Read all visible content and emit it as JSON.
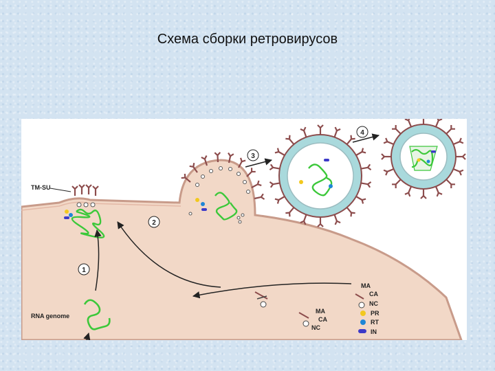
{
  "slide": {
    "title": "Схема сборки ретровирусов"
  },
  "diagram": {
    "labels": {
      "tm_su": "TM-SU",
      "rna_genome": "RNA genome"
    },
    "steps": [
      "1",
      "2",
      "3",
      "4"
    ],
    "legend": [
      "MA",
      "CA",
      "NC",
      "PR",
      "RT",
      "IN"
    ],
    "small_label": [
      "MA",
      "CA",
      "NC"
    ]
  },
  "colors": {
    "cell": "#f2d8c7",
    "membrane": "#c89b8a",
    "spike": "#8c4c4c",
    "rna": "#3cc83a",
    "capsid": "#a9d9dc",
    "pr": "#f2c81e",
    "rt": "#1e86d6",
    "in": "#3d3ac8"
  }
}
